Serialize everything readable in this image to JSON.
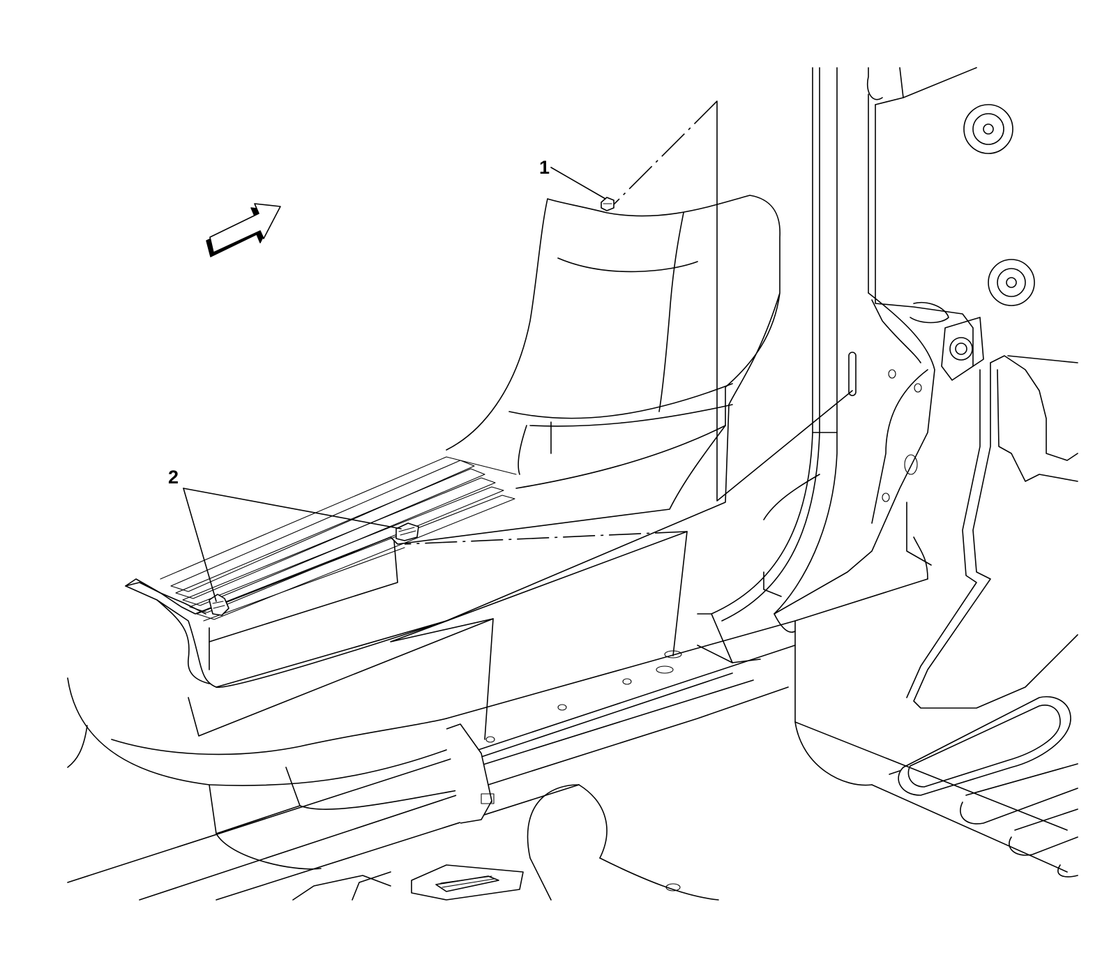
{
  "callouts": [
    {
      "id": "1",
      "label": "1"
    },
    {
      "id": "2",
      "label": "2"
    }
  ],
  "direction_indicator": "front-arrow-icon",
  "colors": {
    "line": "#000000",
    "background": "#ffffff"
  }
}
